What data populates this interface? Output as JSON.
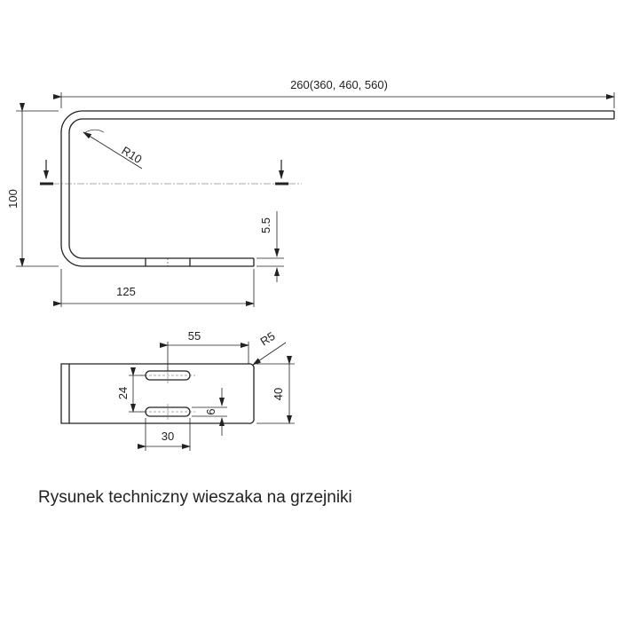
{
  "caption": "Rysunek techniczny wieszaka na grzejniki",
  "dimensions": {
    "length": "260(360, 460, 560)",
    "height": "100",
    "bend_radius": "R10",
    "thickness": "5.5",
    "bottom_length": "125",
    "slot_spacing": "55",
    "corner_radius": "R5",
    "plate_width": "40",
    "slot_pitch": "24",
    "slot_length": "30",
    "slot_width": "6"
  },
  "colors": {
    "line": "#222222",
    "background": "#ffffff"
  }
}
